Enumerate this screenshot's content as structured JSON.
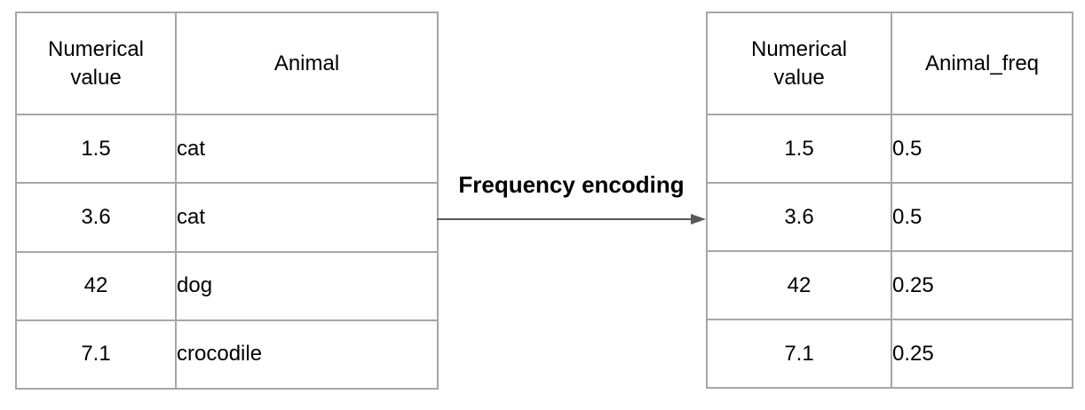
{
  "diagram": {
    "label": "Frequency encoding"
  },
  "left_table": {
    "headers": [
      "Numerical value",
      "Animal"
    ],
    "rows": [
      [
        "1.5",
        "cat"
      ],
      [
        "3.6",
        "cat"
      ],
      [
        "42",
        "dog"
      ],
      [
        "7.1",
        "crocodile"
      ]
    ]
  },
  "right_table": {
    "headers": [
      "Numerical value",
      "Animal_freq"
    ],
    "rows": [
      [
        "1.5",
        "0.5"
      ],
      [
        "3.6",
        "0.5"
      ],
      [
        "42",
        "0.25"
      ],
      [
        "7.1",
        "0.25"
      ]
    ]
  },
  "colors": {
    "border": "#a6a6a6",
    "arrow": "#595959",
    "text": "#000000",
    "bg": "#ffffff"
  }
}
